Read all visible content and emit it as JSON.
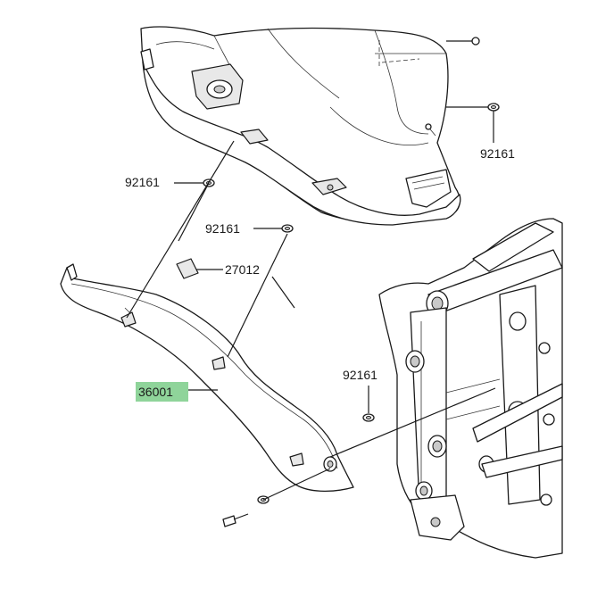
{
  "colors": {
    "highlight": "#8fd49a",
    "line": "#1a1a1a"
  },
  "parts": {
    "washer_top_right": "92161",
    "washer_left": "92161",
    "washer_middle": "92161",
    "pad": "27012",
    "cover": "36001",
    "washer_bottom": "92161"
  }
}
